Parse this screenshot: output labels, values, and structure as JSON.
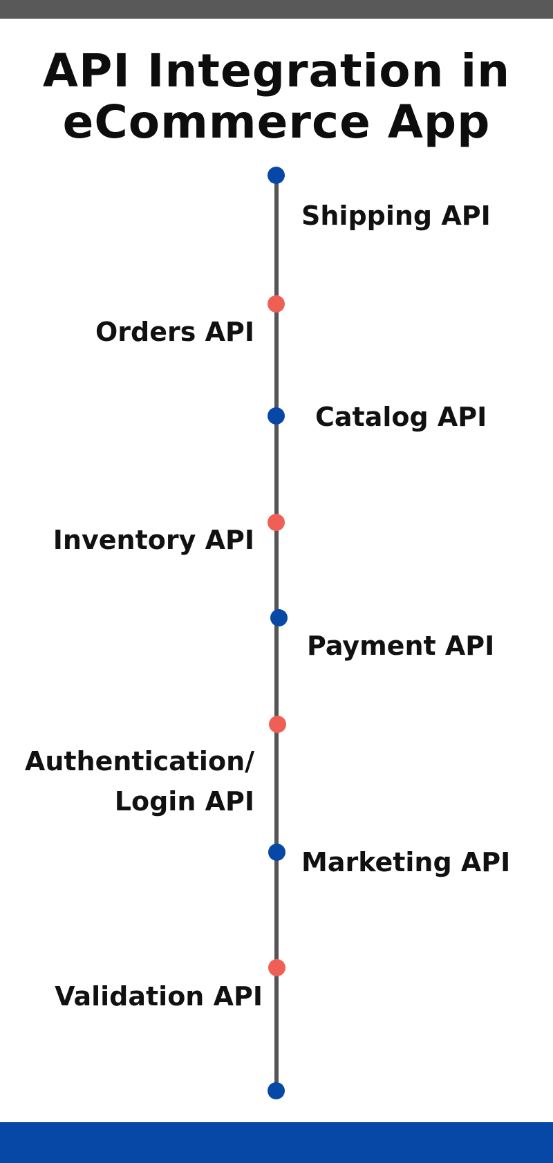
{
  "title": {
    "line1": "API Integration in",
    "line2": "eCommerce App"
  },
  "timeline": {
    "items": [
      {
        "label": "Shipping API"
      },
      {
        "label": "Orders API"
      },
      {
        "label": "Catalog API"
      },
      {
        "label": "Inventory API"
      },
      {
        "label": "Payment API"
      },
      {
        "label": "Authentication/",
        "label2": "Login API"
      },
      {
        "label": "Marketing API"
      },
      {
        "label": "Validation API"
      }
    ]
  },
  "colors": {
    "accent_blue": "#0747a6",
    "accent_red": "#ef5f56",
    "spine": "#555555",
    "top_bar": "#595959"
  }
}
